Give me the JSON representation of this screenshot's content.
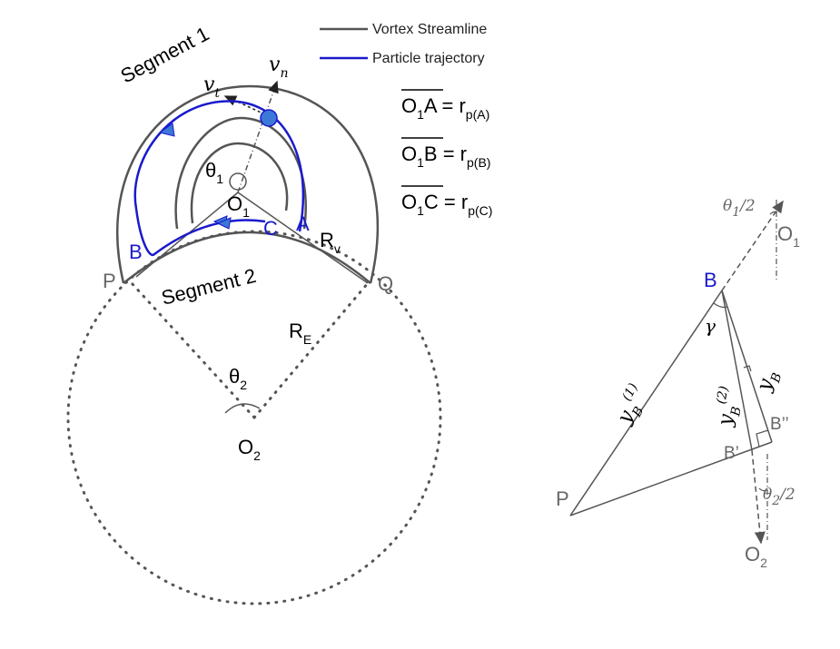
{
  "legend": {
    "vortex": "Vortex Streamline",
    "particle": "Particle trajectory"
  },
  "colors": {
    "streamline": "#555555",
    "trajectory": "#1a1acc",
    "particle_fill": "#3b78d8",
    "dotted": "#555555",
    "gray_text": "#666666"
  },
  "labels": {
    "segment1": "Segment 1",
    "segment2": "Segment 2",
    "P": "P",
    "Q": "Q",
    "A": "A",
    "B": "B",
    "C": "C",
    "O": "O",
    "one": "1",
    "two": "2",
    "R": "R",
    "v_sub": "v",
    "E_sub": "E",
    "theta": "θ",
    "vt_main": "v",
    "vt_sub": "t",
    "vn_main": "v",
    "vn_sub": "n"
  },
  "equations": [
    {
      "lhs_main": "O",
      "lhs_sub": "1",
      "lhs_end": "A",
      "rhs": " = r",
      "rhs_sub": "p(A)"
    },
    {
      "lhs_main": "O",
      "lhs_sub": "1",
      "lhs_end": "B",
      "rhs": " = r",
      "rhs_sub": "p(B)"
    },
    {
      "lhs_main": "O",
      "lhs_sub": "1",
      "lhs_end": "C",
      "rhs": " = r",
      "rhs_sub": "p(C)"
    }
  ],
  "right_diagram": {
    "B": "B",
    "P": "P",
    "B_prime": "B’",
    "B_double": "B’’",
    "O1": "O",
    "O1_sub": "1",
    "O2": "O",
    "O2_sub": "2",
    "gamma": "γ",
    "theta1_half": "θ",
    "theta1_sub": "1",
    "theta2_half": "θ",
    "theta2_sub": "2",
    "over2": "/2",
    "yB": "y",
    "yB_sub": "B",
    "yB1_sup": "(1)",
    "yB2_sup": "(2)"
  }
}
